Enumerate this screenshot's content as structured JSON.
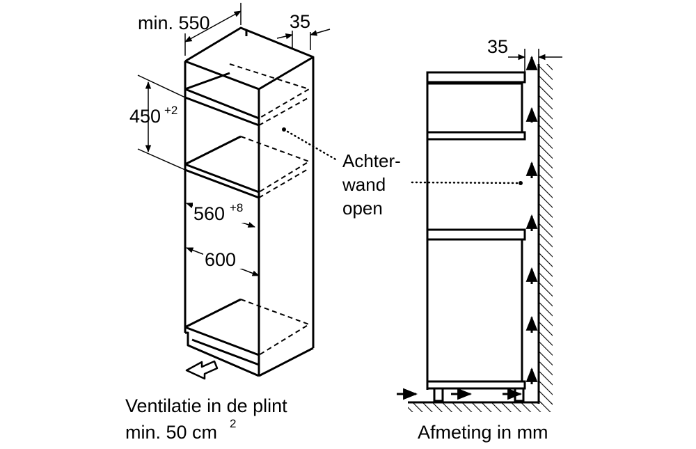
{
  "dimensions": {
    "depth_min": "min. 550",
    "gap_top_left": "35",
    "gap_top_right": "35",
    "niche_height": "450",
    "niche_height_tol": "+2",
    "niche_width": "560",
    "niche_width_tol": "+8",
    "cabinet_width": "600"
  },
  "annotation": {
    "line1": "Achter-",
    "line2": "wand",
    "line3": "open"
  },
  "caption_left": {
    "line1": "Ventilatie in de plint",
    "line2_prefix": "min. 50 cm",
    "line2_sup": "2"
  },
  "caption_right": "Afmeting in mm"
}
